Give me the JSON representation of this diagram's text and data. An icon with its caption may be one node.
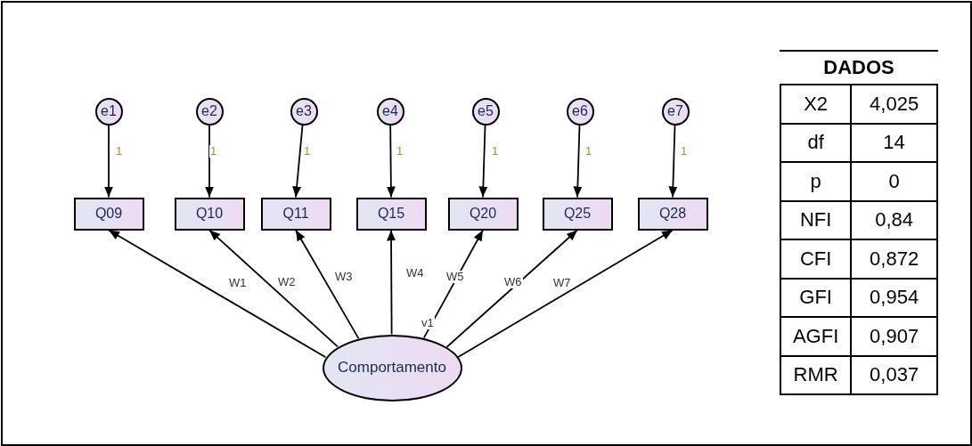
{
  "diagram": {
    "nodes": [
      {
        "text": [
          "e1"
        ]
      },
      {
        "text": [
          "e2"
        ]
      },
      {
        "text": [
          "e3"
        ]
      },
      {
        "text": [
          "e4"
        ]
      },
      {
        "text": [
          "e5"
        ]
      },
      {
        "text": [
          "e6"
        ]
      },
      {
        "text": [
          "e7"
        ]
      },
      {
        "text": [
          "Q09"
        ]
      },
      {
        "text": [
          "Q10"
        ]
      },
      {
        "text": [
          "Q11"
        ]
      },
      {
        "text": [
          "Q15"
        ]
      },
      {
        "text": [
          "Q20"
        ]
      },
      {
        "text": [
          "Q25"
        ]
      },
      {
        "text": [
          "Q28"
        ]
      },
      {
        "text": [
          "Comportamento"
        ],
        "beside": [
          "v1"
        ]
      }
    ],
    "edges": [
      {
        "from": 0,
        "to": 7,
        "arrow": "to",
        "label": "1"
      },
      {
        "from": 1,
        "to": 8,
        "arrow": "to",
        "label": "1"
      },
      {
        "from": 2,
        "to": 9,
        "arrow": "to",
        "label": "1"
      },
      {
        "from": 3,
        "to": 10,
        "arrow": "to",
        "label": "1"
      },
      {
        "from": 4,
        "to": 11,
        "arrow": "to",
        "label": "1"
      },
      {
        "from": 5,
        "to": 12,
        "arrow": "to",
        "label": "1"
      },
      {
        "from": 6,
        "to": 13,
        "arrow": "to",
        "label": "1"
      },
      {
        "from": 14,
        "to": 7,
        "arrow": "to",
        "label": "W1"
      },
      {
        "from": 14,
        "to": 8,
        "arrow": "to",
        "label": "W2"
      },
      {
        "from": 14,
        "to": 9,
        "arrow": "to",
        "label": "W3"
      },
      {
        "from": 14,
        "to": 10,
        "arrow": "to",
        "label": "W4"
      },
      {
        "from": 14,
        "to": 11,
        "arrow": "to",
        "label": "W5"
      },
      {
        "from": 14,
        "to": 12,
        "arrow": "to",
        "label": "W6"
      },
      {
        "from": 14,
        "to": 13,
        "arrow": "to",
        "label": "W7"
      }
    ],
    "labels": [
      "DADOS",
      "X2",
      "4,025",
      "df",
      "14",
      "p",
      "0",
      "NFI",
      "0,84",
      "CFI",
      "0,872",
      "GFI",
      "0,954",
      "AGFI",
      "0,907",
      "RMR",
      "0,037"
    ]
  }
}
